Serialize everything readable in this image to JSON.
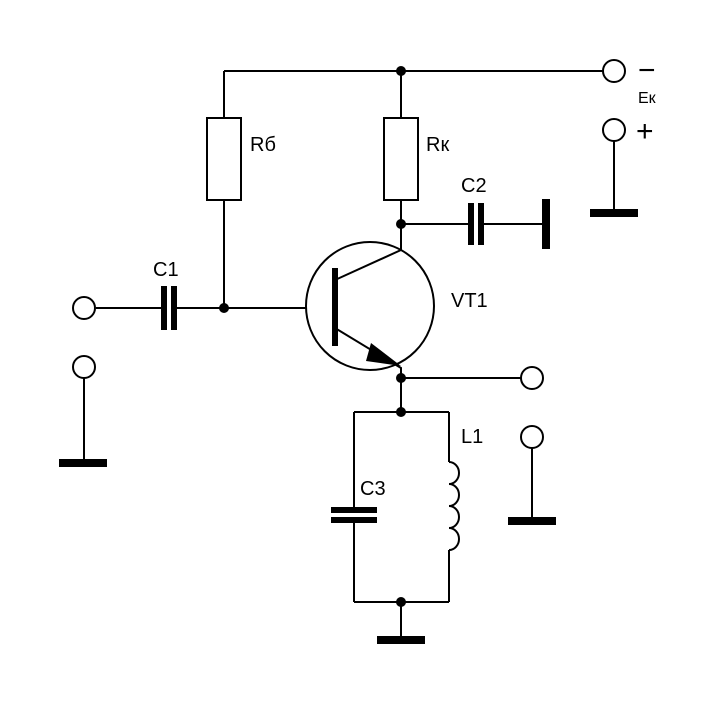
{
  "diagram": {
    "components": {
      "rb": "Rб",
      "rk": "Rк",
      "c1": "C1",
      "c2": "C2",
      "c3": "C3",
      "l1": "L1",
      "vt1": "VT1"
    },
    "supply": {
      "label": "Eк",
      "minus": "−",
      "plus": "+"
    }
  }
}
